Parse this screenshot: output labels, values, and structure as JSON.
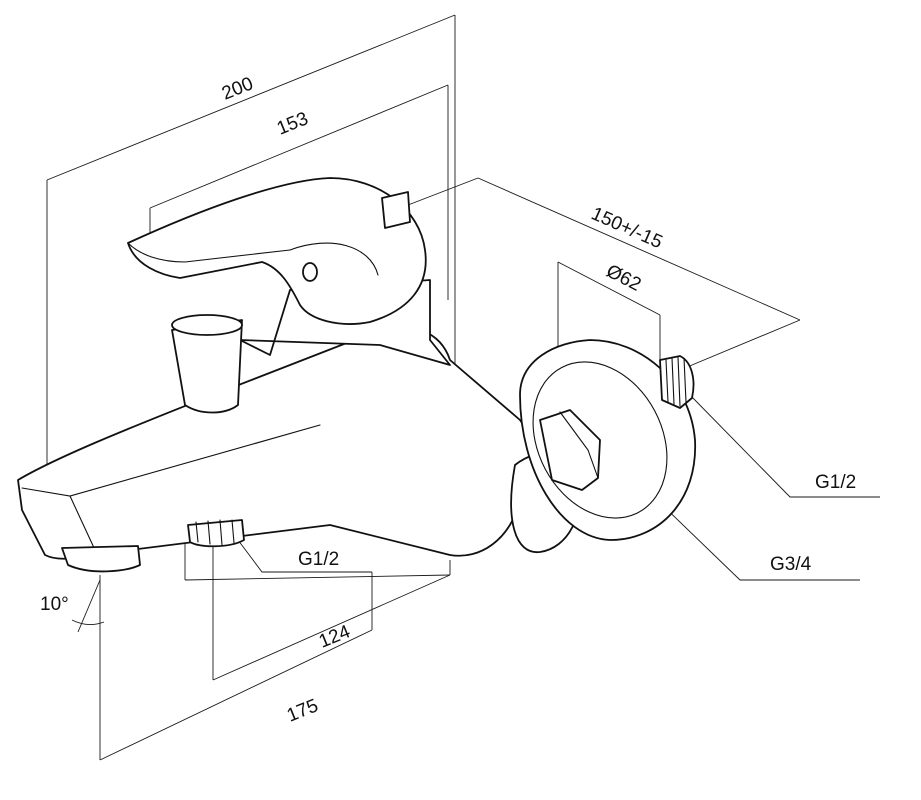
{
  "dimensions": {
    "overall_width": "200",
    "lever_width": "153",
    "wall_distance": "150+/-15",
    "flange_diameter": "Ø62",
    "connection_outlet_rear": "G1/2",
    "connection_inlet": "G3/4",
    "connection_outlet_bottom": "G1/2",
    "outlet_spacing": "124",
    "spout_length": "175",
    "spout_angle": "10°"
  }
}
